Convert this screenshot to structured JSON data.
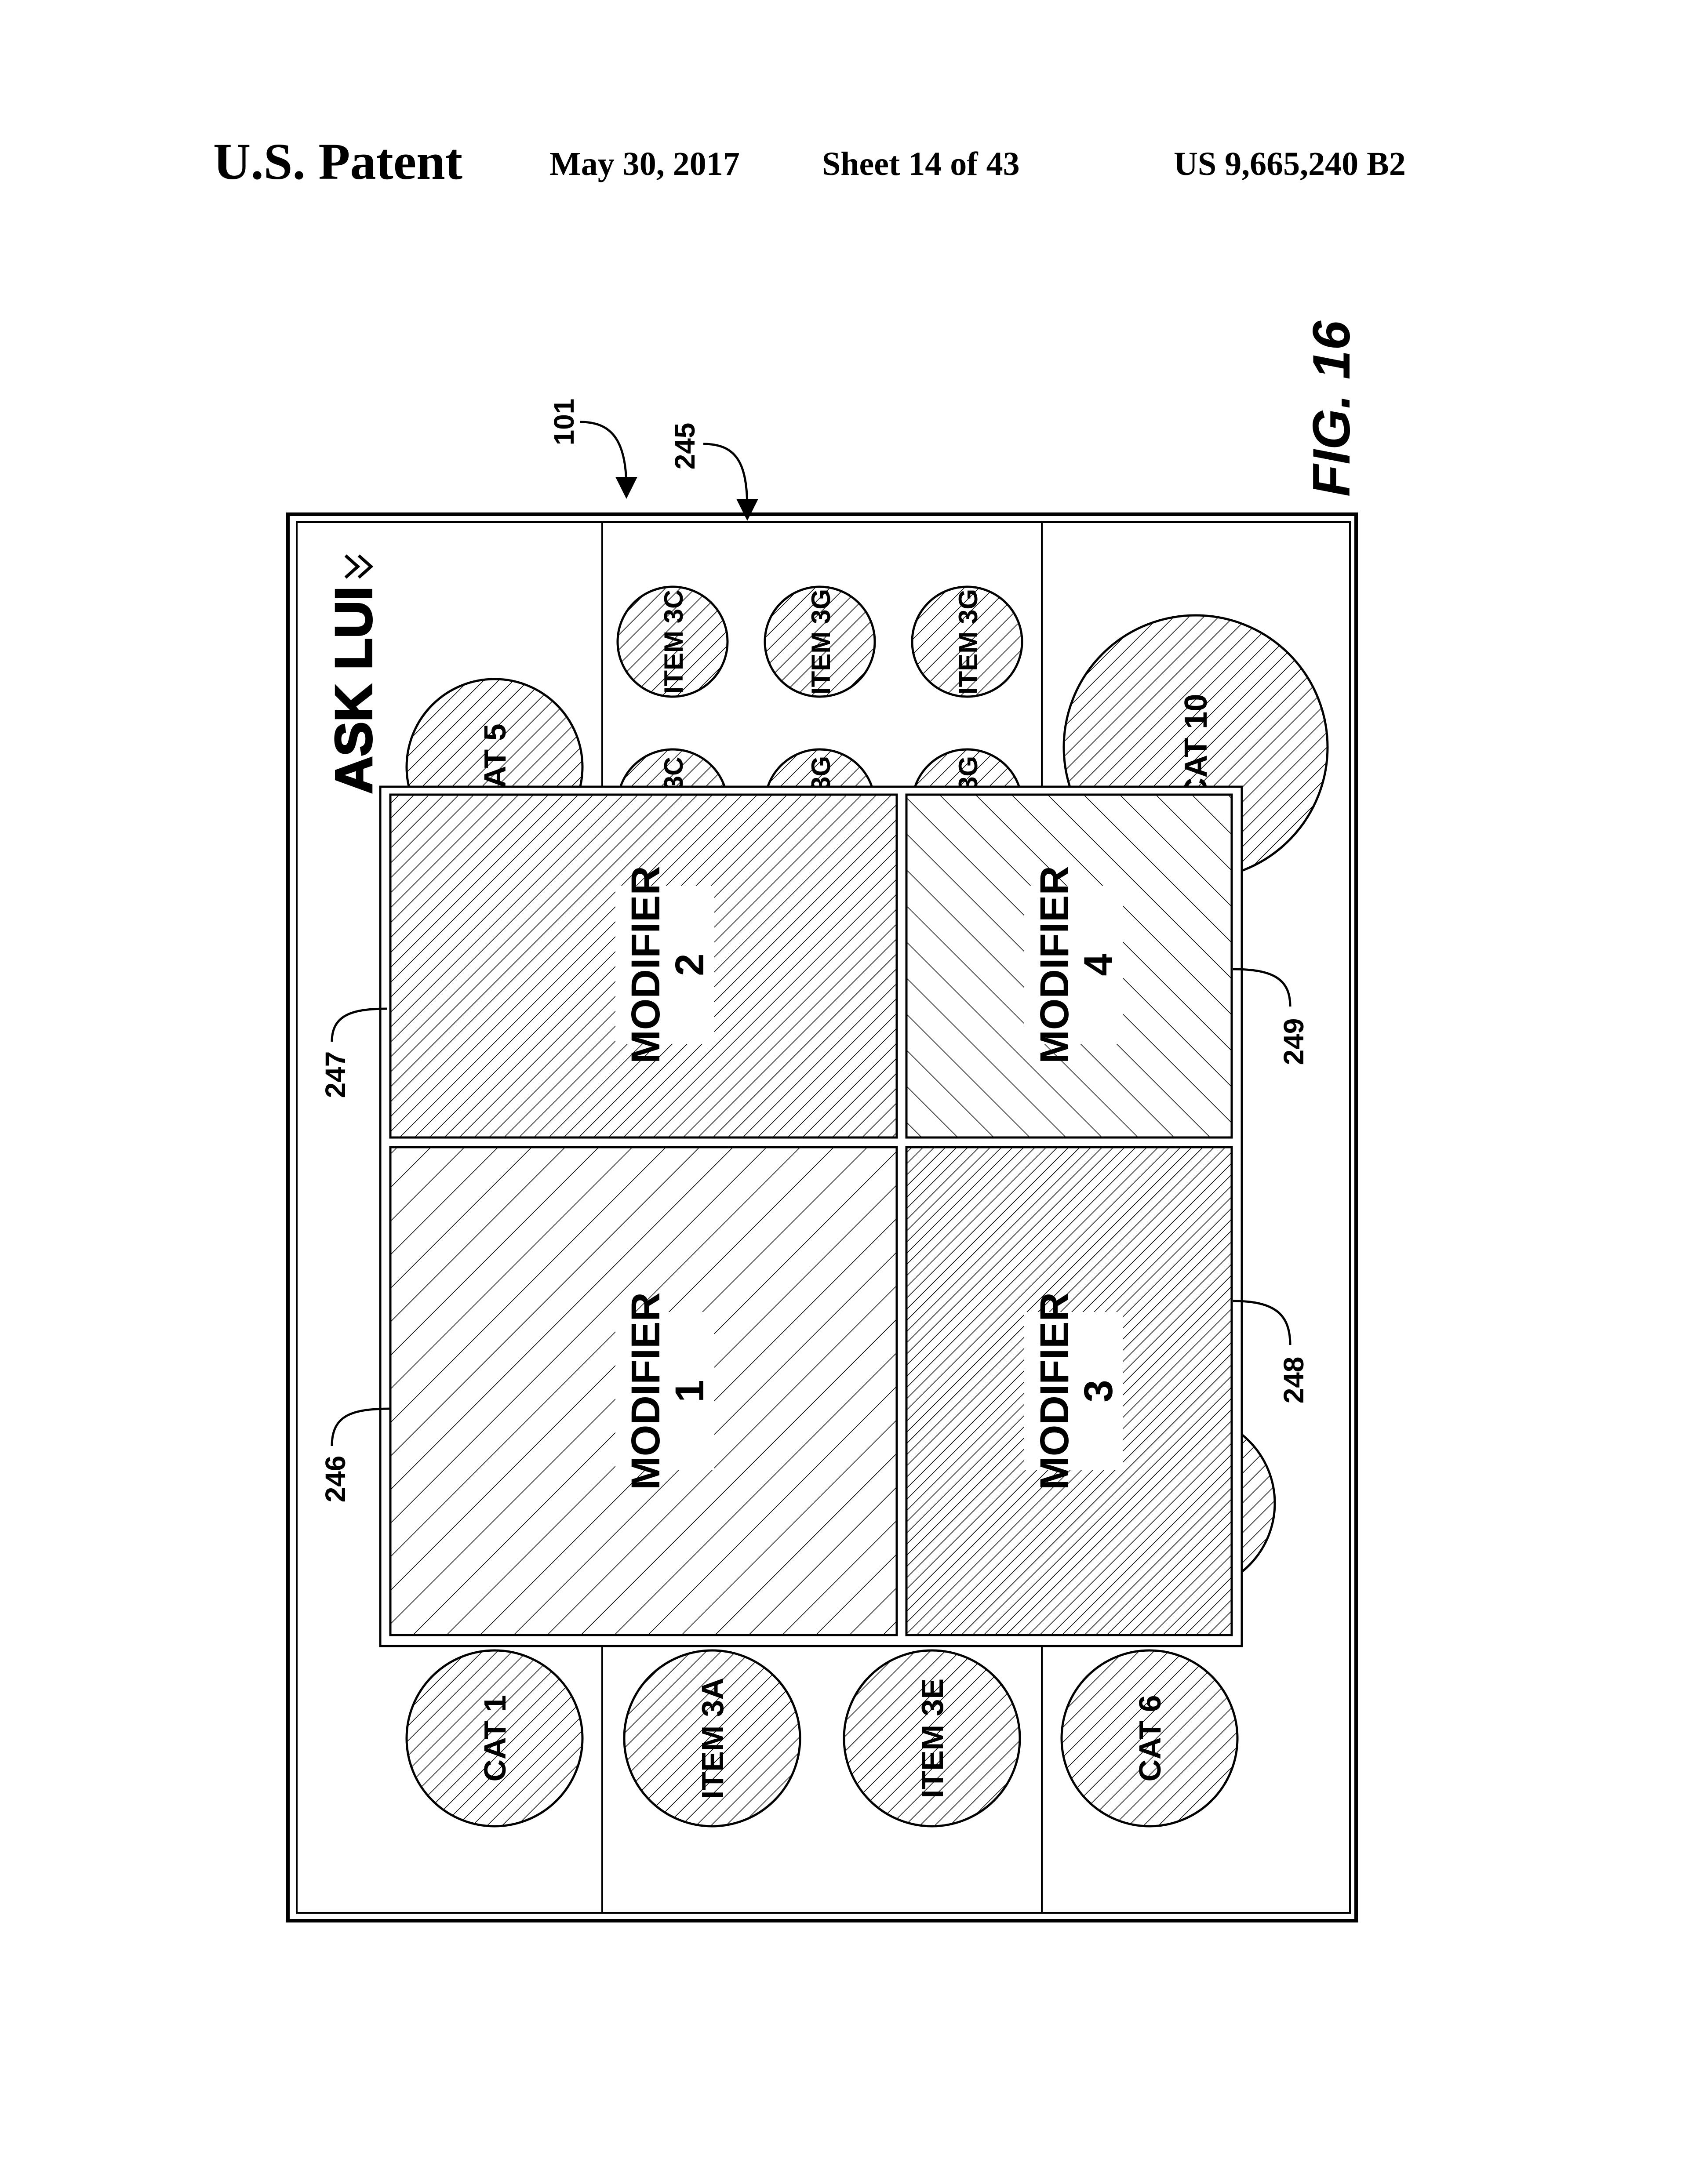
{
  "header": {
    "left": "U.S. Patent",
    "date": "May 30, 2017",
    "sheet": "Sheet 14 of 43",
    "number": "US 9,665,240 B2"
  },
  "figure_label": "FIG. 16",
  "refs": {
    "device": "101",
    "screen": "245",
    "mod1": "246",
    "mod2": "247",
    "mod3": "248",
    "mod4": "249"
  },
  "ui": {
    "title": "ASK LUI",
    "cat1": "CAT 1",
    "cat5": "CAT 5",
    "cat6": "CAT 6",
    "cat10": "CAT 10",
    "item3a": "ITEM 3A",
    "item3e": "ITEM 3E",
    "item3c": "ITEM 3C",
    "item3g": "ITEM 3G",
    "item3g_b": "ITEM 3G",
    "partial_3c": "3C",
    "partial_3g": "3G",
    "partial_3g_b": "3G"
  },
  "modifiers": {
    "m1_title": "MODIFIER",
    "m1_num": "1",
    "m2_title": "MODIFIER",
    "m2_num": "2",
    "m3_title": "MODIFIER",
    "m3_num": "3",
    "m4_title": "MODIFIER",
    "m4_num": "4"
  }
}
